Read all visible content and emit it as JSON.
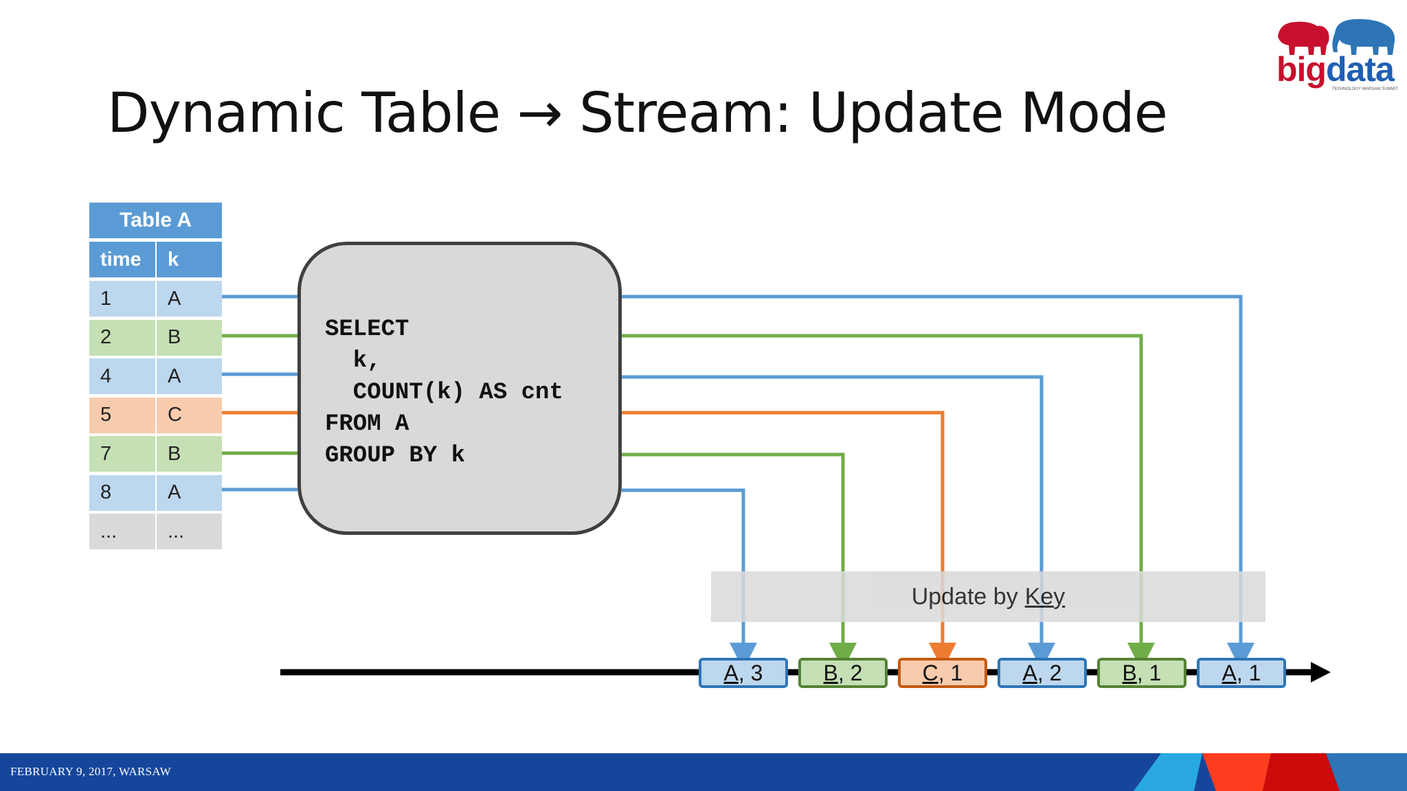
{
  "slide": {
    "title": "Dynamic Table → Stream: Update Mode",
    "footer": "FEBRUARY 9, 2017, WARSAW"
  },
  "logo": {
    "big": "big",
    "data": "data",
    "tagline": "TECHNOLOGY WARSAW SUMMIT"
  },
  "table": {
    "name": "Table A",
    "columns": [
      "time",
      "k"
    ],
    "rows": [
      {
        "time": "1",
        "k": "A",
        "color": "#bdd7ee"
      },
      {
        "time": "2",
        "k": "B",
        "color": "#c5e0b4"
      },
      {
        "time": "4",
        "k": "A",
        "color": "#bdd7ee"
      },
      {
        "time": "5",
        "k": "C",
        "color": "#f8cbad"
      },
      {
        "time": "7",
        "k": "B",
        "color": "#c5e0b4"
      },
      {
        "time": "8",
        "k": "A",
        "color": "#bdd7ee"
      },
      {
        "time": "...",
        "k": "...",
        "color": "#d9d9d9"
      }
    ]
  },
  "query": {
    "lines": [
      "SELECT",
      "  k,",
      "  COUNT(k) AS cnt",
      "FROM A",
      "GROUP BY k"
    ]
  },
  "band": {
    "prefix": "Update by",
    "key": "Key"
  },
  "stream": {
    "records": [
      {
        "key": "A",
        "rest": ", 3",
        "color": "blue"
      },
      {
        "key": "B",
        "rest": ", 2",
        "color": "green"
      },
      {
        "key": "C",
        "rest": ", 1",
        "color": "orange"
      },
      {
        "key": "A",
        "rest": ", 2",
        "color": "blue"
      },
      {
        "key": "B",
        "rest": ", 1",
        "color": "green"
      },
      {
        "key": "A",
        "rest": ", 1",
        "color": "blue"
      }
    ]
  },
  "colors": {
    "blue_line": "#5b9bd5",
    "green_line": "#70ad47",
    "orange_line": "#ed7d31",
    "footer": "#16469c"
  }
}
